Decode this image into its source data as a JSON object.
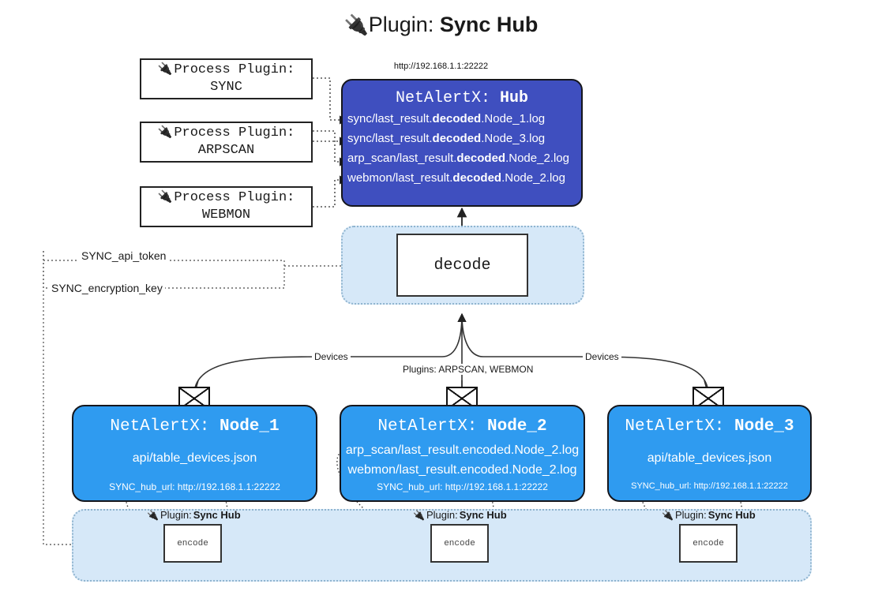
{
  "header": {
    "icon": "plug-icon",
    "prefix": "Plugin: ",
    "name": "Sync Hub"
  },
  "process_plugins": [
    {
      "icon": "plug-icon",
      "line1": "Process Plugin:",
      "line2": "SYNC"
    },
    {
      "icon": "plug-icon",
      "line1": "Process Plugin:",
      "line2": "ARPSCAN"
    },
    {
      "icon": "plug-icon",
      "line1": "Process Plugin:",
      "line2": "WEBMON"
    }
  ],
  "hub": {
    "url": "http://192.168.1.1:22222",
    "title_prefix": "NetAlertX: ",
    "title_name": "Hub",
    "lines": [
      {
        "pre": "sync/last_result.",
        "mid": "decoded",
        "post": ".Node_1.log"
      },
      {
        "pre": "sync/last_result.",
        "mid": "decoded",
        "post": ".Node_3.log"
      },
      {
        "pre": "arp_scan/last_result.",
        "mid": "decoded",
        "post": ".Node_2.log"
      },
      {
        "pre": "webmon/last_result.",
        "mid": "decoded",
        "post": ".Node_2.log"
      }
    ]
  },
  "decode": {
    "label": "decode"
  },
  "tokens": [
    {
      "label": "SYNC_api_token"
    },
    {
      "label": "SYNC_encryption_key"
    }
  ],
  "edge_labels": {
    "devices_left": "Devices",
    "devices_right": "Devices",
    "plugins_center": "Plugins: ARPSCAN, WEBMON"
  },
  "nodes": [
    {
      "title_prefix": "NetAlertX: ",
      "title_name": "Node_1",
      "lines": [
        "api/table_devices.json"
      ],
      "url": "SYNC_hub_url: http://192.168.1.1:22222",
      "envelope": "envelope-icon"
    },
    {
      "title_prefix": "NetAlertX: ",
      "title_name": "Node_2",
      "lines": [
        "arp_scan/last_result.encoded.Node_2.log",
        "webmon/last_result.encoded.Node_2.log"
      ],
      "url": "SYNC_hub_url: http://192.168.1.1:22222",
      "envelope": "envelope-icon"
    },
    {
      "title_prefix": "NetAlertX: ",
      "title_name": "Node_3",
      "lines": [
        "api/table_devices.json"
      ],
      "url": "SYNC_hub_url: http://192.168.1.1:22222",
      "envelope": "envelope-icon"
    }
  ],
  "encoders": [
    {
      "icon": "plug-icon",
      "plugin_prefix": "Plugin: ",
      "plugin_name": "Sync Hub",
      "label": "encode"
    },
    {
      "icon": "plug-icon",
      "plugin_prefix": "Plugin: ",
      "plugin_name": "Sync Hub",
      "label": "encode"
    },
    {
      "icon": "plug-icon",
      "plugin_prefix": "Plugin: ",
      "plugin_name": "Sync Hub",
      "label": "encode"
    }
  ],
  "colors": {
    "hub_fill": "#3f4fbf",
    "node_fill": "#2f9bf0",
    "band_fill": "#d6e8f8",
    "band_border": "#8fb4cf",
    "stroke": "#333333"
  }
}
